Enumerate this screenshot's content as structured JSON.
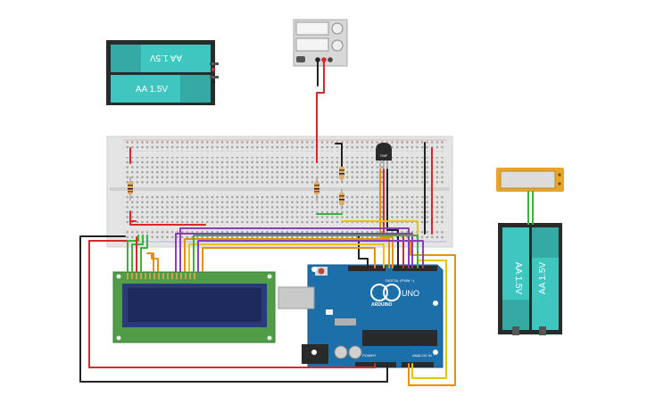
{
  "battery_pack_top": {
    "cell_top_label": "AA 1.5V",
    "cell_bottom_label": "AA 1.5V"
  },
  "battery_pack_right": {
    "cell_left_label": "AA 1.5V",
    "cell_right_label": "AA 1.5V"
  },
  "sensor": {
    "label": "TMP"
  },
  "arduino": {
    "brand": "ARDUINO",
    "model": "UNO",
    "digital_label": "DIGITAL (PWM ~)",
    "power_label": "POWER",
    "analog_label": "ANALOG IN"
  },
  "colors": {
    "wire_red": "#d42a2a",
    "wire_black": "#222222",
    "wire_green": "#3db13d",
    "wire_purple": "#8a3fb5",
    "wire_orange": "#e8900c",
    "wire_yellow": "#e8c400",
    "board_blue": "#1c6fa8",
    "lcd_green": "#4f9e47",
    "lcd_screen": "#1f2a5c",
    "battery_teal": "#3ec7c0",
    "breadboard": "#e4e4e4",
    "supply_frame": "#e9a52a"
  }
}
